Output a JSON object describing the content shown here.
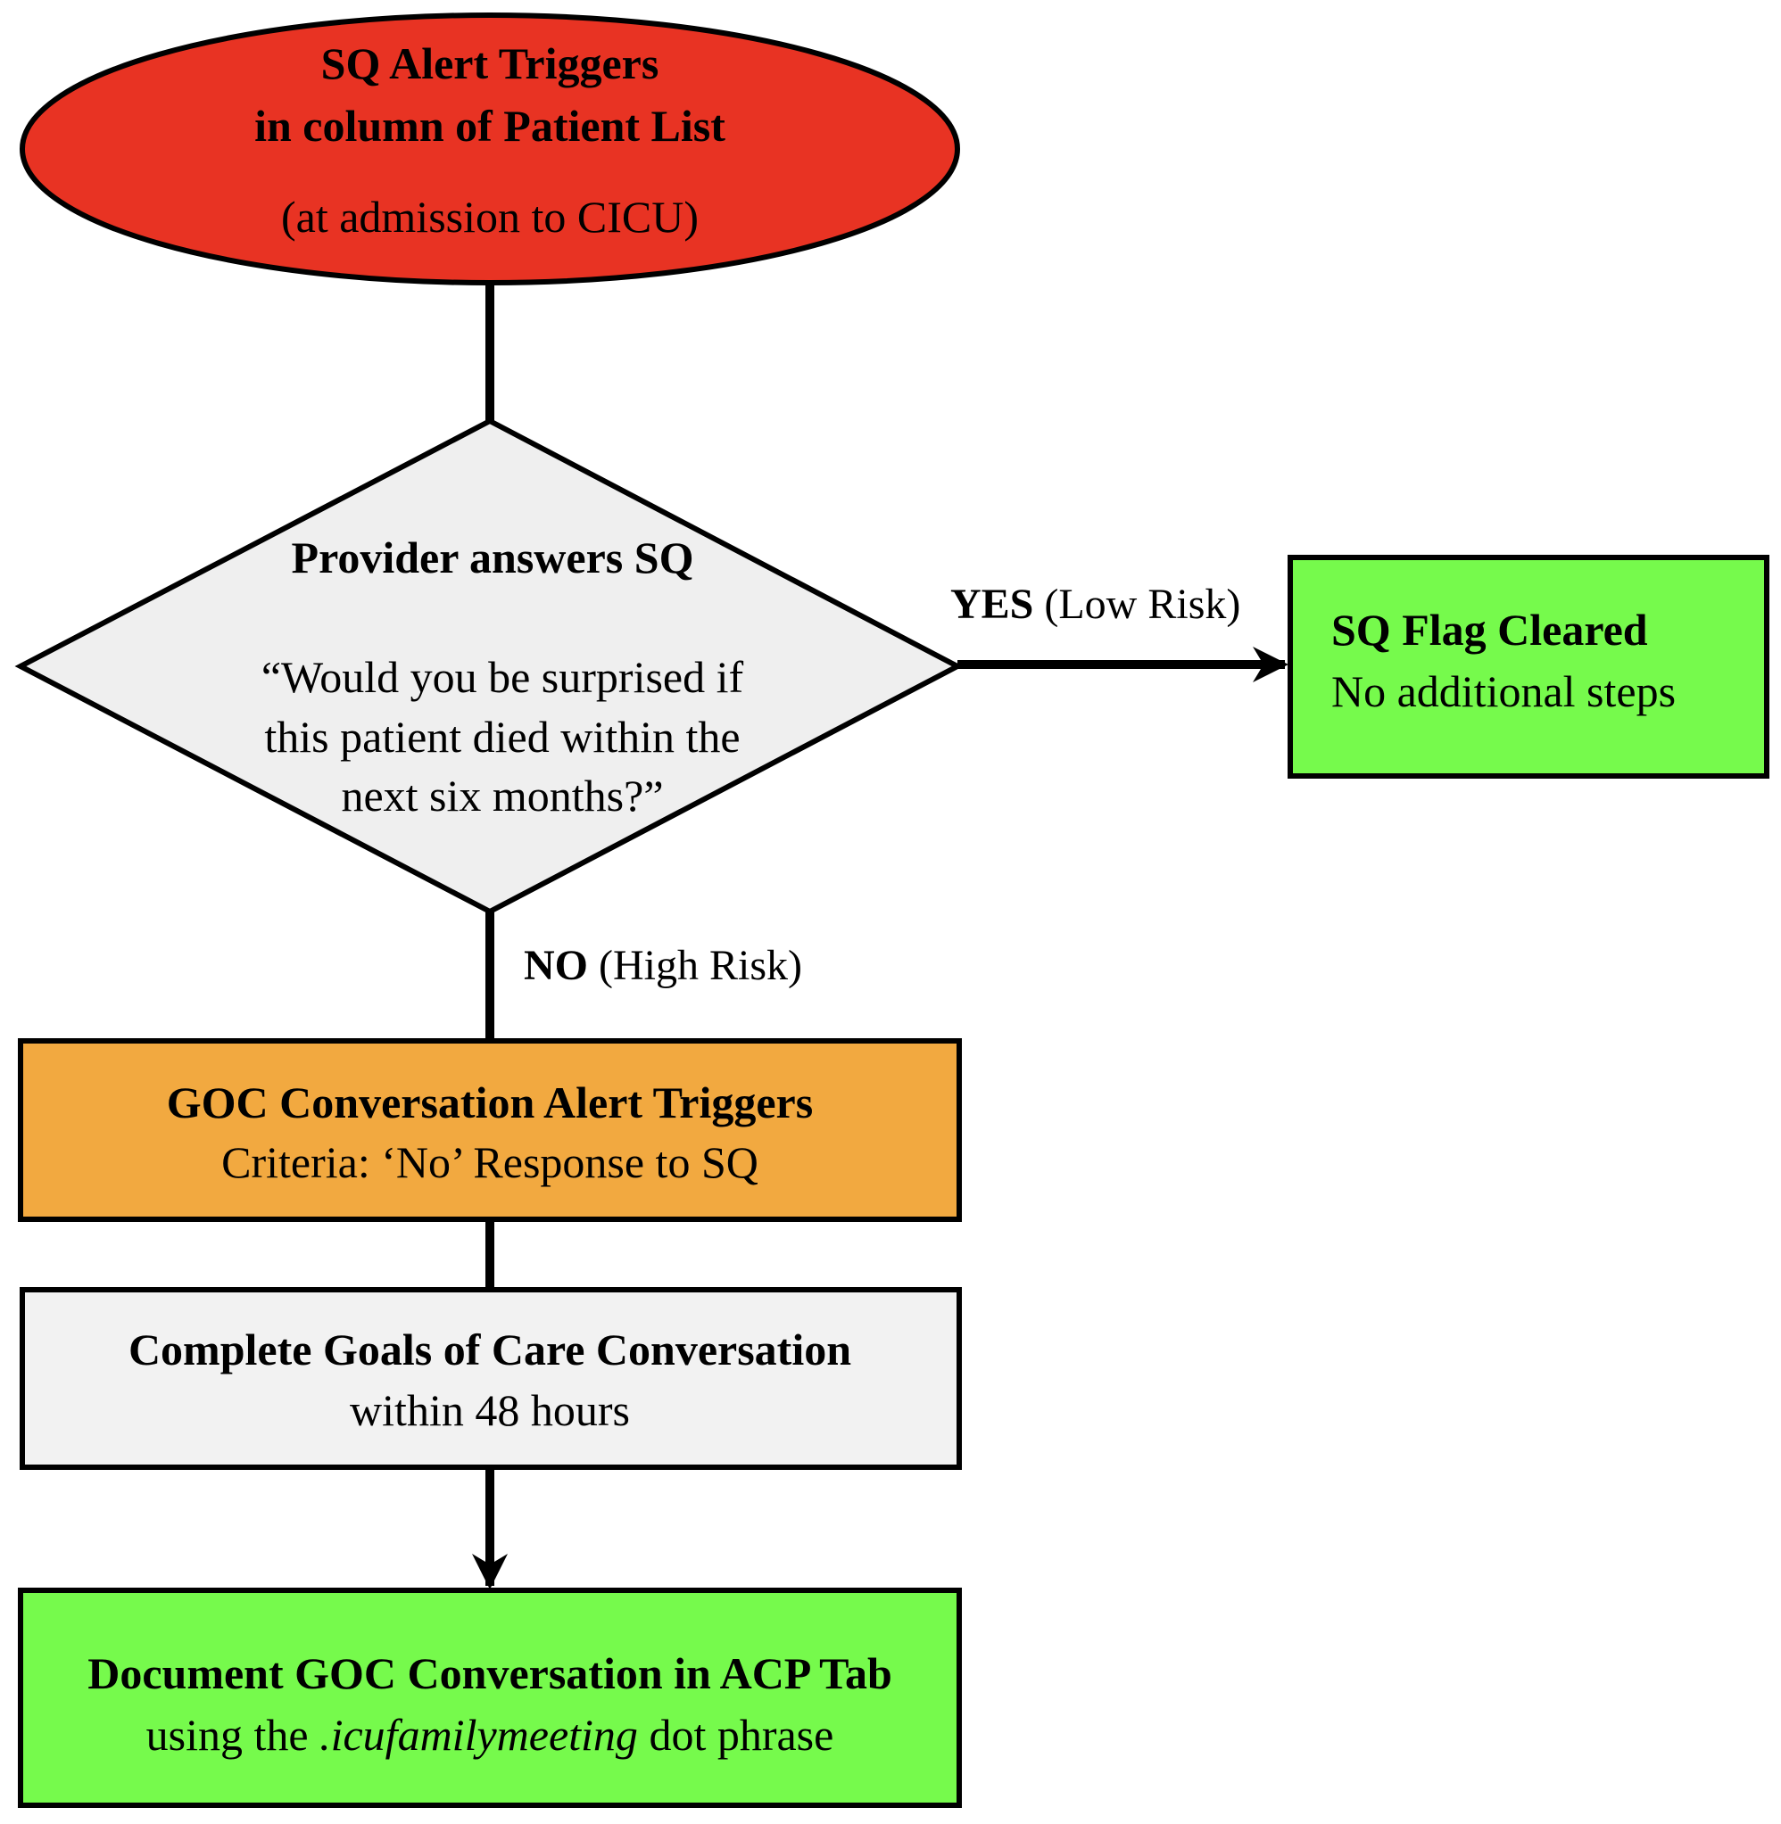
{
  "colors": {
    "start_fill": "#E83323",
    "decision_fill": "#EFEFEF",
    "cleared_fill": "#76FA4C",
    "goc_alert_fill": "#F2A940",
    "complete_fill": "#F2F2F2",
    "document_fill": "#76FA4C",
    "stroke": "#000000"
  },
  "nodes": {
    "start": {
      "shape": "ellipse",
      "line1": "SQ Alert Triggers",
      "line2": "in column of Patient List",
      "line3": "(at admission to CICU)"
    },
    "decision": {
      "shape": "diamond",
      "title": "Provider answers SQ",
      "question_line1": "“Would you be surprised if",
      "question_line2": "this patient died within the",
      "question_line3": "next six months?”"
    },
    "cleared": {
      "shape": "rectangle",
      "title": "SQ Flag Cleared",
      "subtitle": "No additional steps"
    },
    "goc_alert": {
      "shape": "rectangle",
      "title": "GOC Conversation Alert Triggers",
      "subtitle": "Criteria: ‘No’ Response to SQ"
    },
    "complete": {
      "shape": "rectangle",
      "title": "Complete Goals of Care Conversation",
      "subtitle": "within 48 hours"
    },
    "document": {
      "shape": "rectangle",
      "title": "Document GOC Conversation in ACP Tab",
      "subtitle_prefix": "using the ",
      "subtitle_italic": ".icufamilymeeting",
      "subtitle_suffix": " dot phrase"
    }
  },
  "edges": {
    "yes": {
      "from": "decision",
      "to": "cleared",
      "label_bold": "YES",
      "label_rest": " (Low Risk)"
    },
    "no": {
      "from": "decision",
      "to": "goc_alert",
      "label_bold": "NO",
      "label_rest": " (High Risk)"
    },
    "start_to_decision": {
      "from": "start",
      "to": "decision"
    },
    "alert_to_complete": {
      "from": "goc_alert",
      "to": "complete"
    },
    "complete_to_document": {
      "from": "complete",
      "to": "document"
    }
  }
}
